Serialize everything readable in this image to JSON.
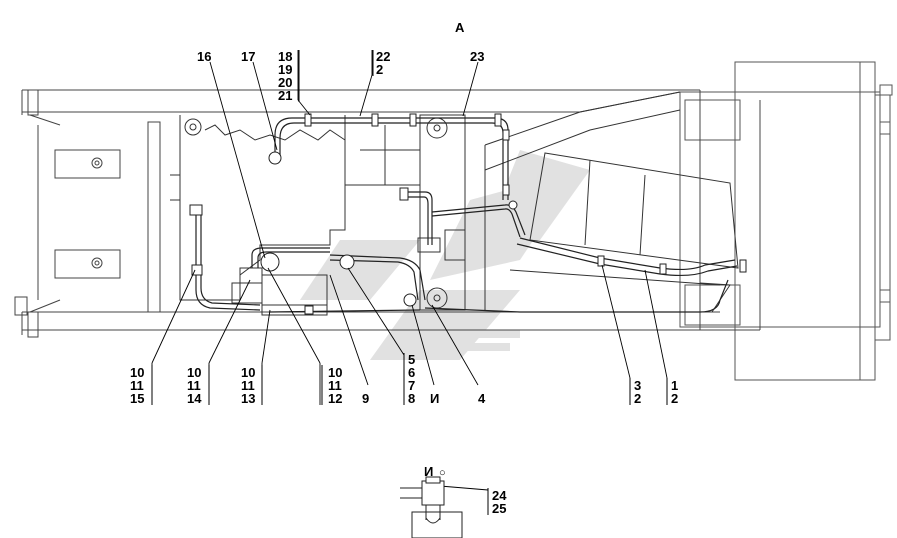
{
  "view_title": "А",
  "detail_title": "И",
  "detail_mark": "○",
  "callouts": {
    "c16": "16",
    "c17": "17",
    "c18": "18",
    "c19": "19",
    "c20": "20",
    "c21": "21",
    "c22": "22",
    "c22b": "2",
    "c23": "23",
    "g15": [
      "10",
      "11",
      "15"
    ],
    "g14": [
      "10",
      "11",
      "14"
    ],
    "g13": [
      "10",
      "11",
      "13"
    ],
    "g12": [
      "10",
      "11",
      "12"
    ],
    "c9": "9",
    "g8": [
      "5",
      "6",
      "7",
      "8"
    ],
    "cI": "И",
    "c4": "4",
    "g3": [
      "3",
      "2"
    ],
    "g1": [
      "1",
      "2"
    ],
    "g24": [
      "24",
      "25"
    ]
  }
}
